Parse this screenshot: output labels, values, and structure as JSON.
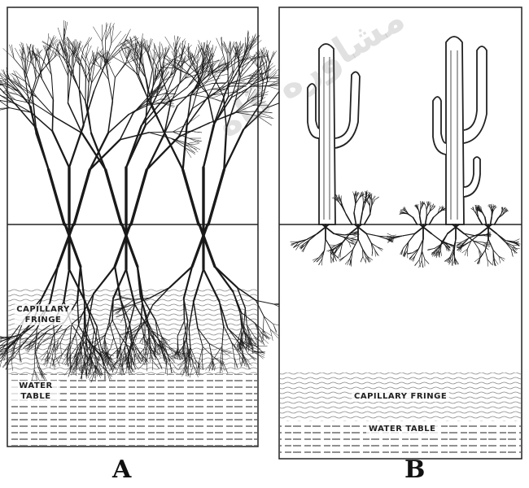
{
  "panels": [
    {
      "id": "A",
      "label": "A",
      "capillary_label_1": "CAPILLARY",
      "capillary_label_2": "FRINGE",
      "water_label_1": "WATER",
      "water_label_2": "TABLE"
    },
    {
      "id": "B",
      "label": "B",
      "capillary_label": "CAPILLARY FRINGE",
      "water_label": "WATER TABLE"
    }
  ],
  "watermark": "مشاوره گاه",
  "colors": {
    "ink": "#1a1a1a",
    "paper": "#ffffff",
    "hatch": "#6b6b6b"
  }
}
